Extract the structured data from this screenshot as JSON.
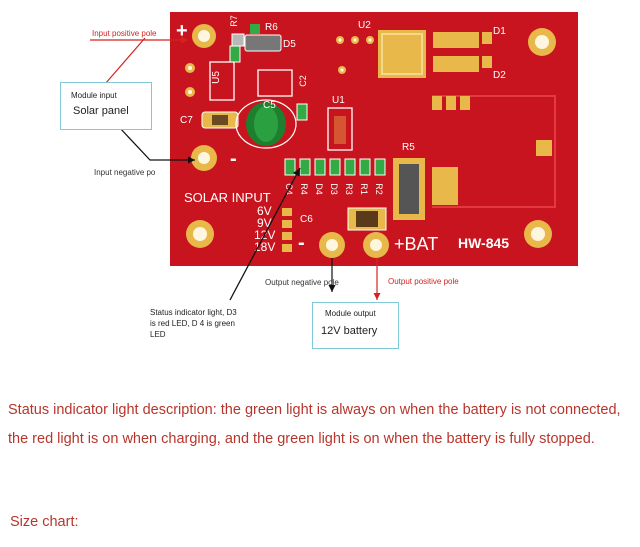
{
  "board": {
    "model": "HW-845",
    "solar_input": "SOLAR INPUT",
    "bat": "+BAT",
    "plus": "+",
    "minus": "-",
    "voltages": [
      "6V",
      "9V",
      "12V",
      "18V"
    ],
    "components": {
      "r7": "R7",
      "r6": "R6",
      "d5": "D5",
      "u5": "U5",
      "c5": "C5",
      "c2": "C2",
      "c7": "C7",
      "u1": "U1",
      "u2": "U2",
      "d1": "D1",
      "d2": "D2",
      "r5": "R5",
      "c6": "C6",
      "c4": "C4",
      "r4": "R4",
      "d4": "D4",
      "d3": "D3",
      "r3": "R3",
      "r1": "R1",
      "r2": "R2"
    }
  },
  "callouts": {
    "input_positive": "Input positive pole",
    "module_input_title": "Module input",
    "module_input_value": "Solar panel",
    "input_negative": "Input negative po",
    "output_negative": "Output negative pole",
    "output_positive": "Output positive pole",
    "status_line1": "Status indicator light, D3",
    "status_line2": "is red LED, D 4 is green",
    "status_line3": "LED",
    "module_output_title": "Module output",
    "module_output_value": "12V battery"
  },
  "description": {
    "line1": "Status indicator light description: the green light is always on when the battery is not connected,",
    "line2": "the red light is on when charging, and the green light is on when the battery is fully stopped.",
    "size_chart": "Size chart:"
  },
  "colors": {
    "board": "#c8141e",
    "pad": "#e8b84a",
    "callout_red": "#d4231e",
    "description": "#b8352b",
    "box_border": "#7fc9d8"
  }
}
